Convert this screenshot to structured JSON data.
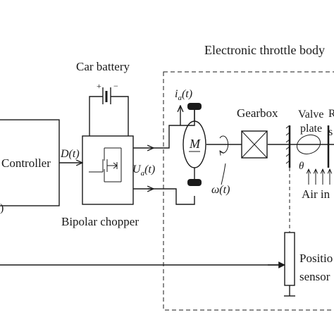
{
  "labels": {
    "electronic_throttle_body": "Electronic throttle body",
    "car_battery": "Car battery",
    "controller": "Controller",
    "duty_cycle": "D(t)",
    "armature_current": "i",
    "armature_current_sub": "a",
    "armature_current_arg": "(t)",
    "armature_voltage": "U",
    "armature_voltage_sub": "a",
    "armature_voltage_arg": "(t)",
    "motor": "M",
    "omega": "ω(t)",
    "gearbox": "Gearbox",
    "valve_plate_line1": "Valve",
    "valve_plate_line2": "plate",
    "theta": "θ",
    "air_in": "Air in",
    "bipolar_chopper": "Bipolar chopper",
    "position_sensor_line1": "Positio",
    "position_sensor_line2": "sensor",
    "cut_label_top": "R",
    "cut_label_s": "s",
    "left_cut": ")"
  }
}
